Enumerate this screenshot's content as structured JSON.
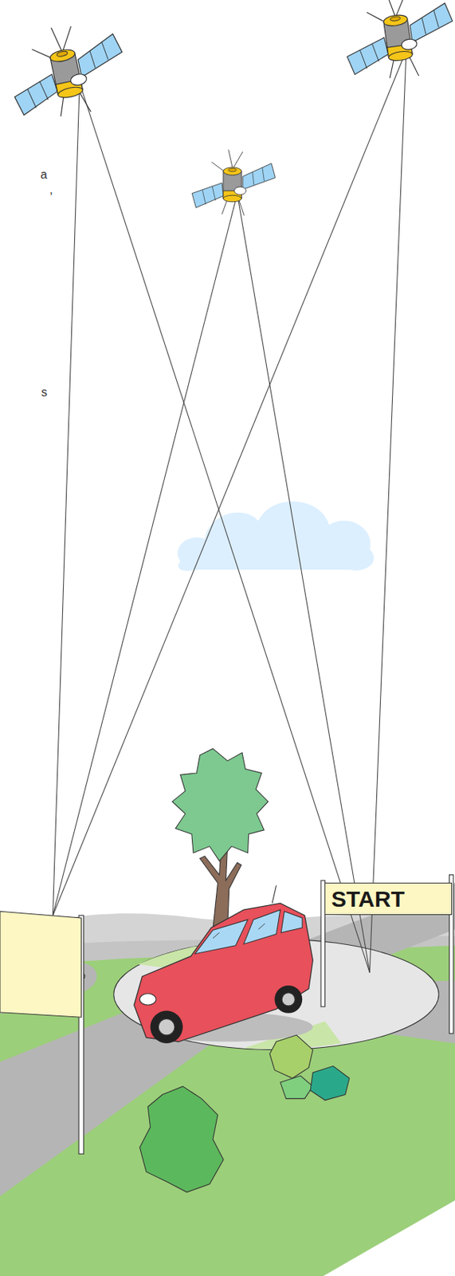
{
  "diagram": {
    "nodes": [
      {
        "text": [
          "START"
        ]
      }
    ],
    "labels": [
      "a",
      ",",
      "s"
    ]
  }
}
